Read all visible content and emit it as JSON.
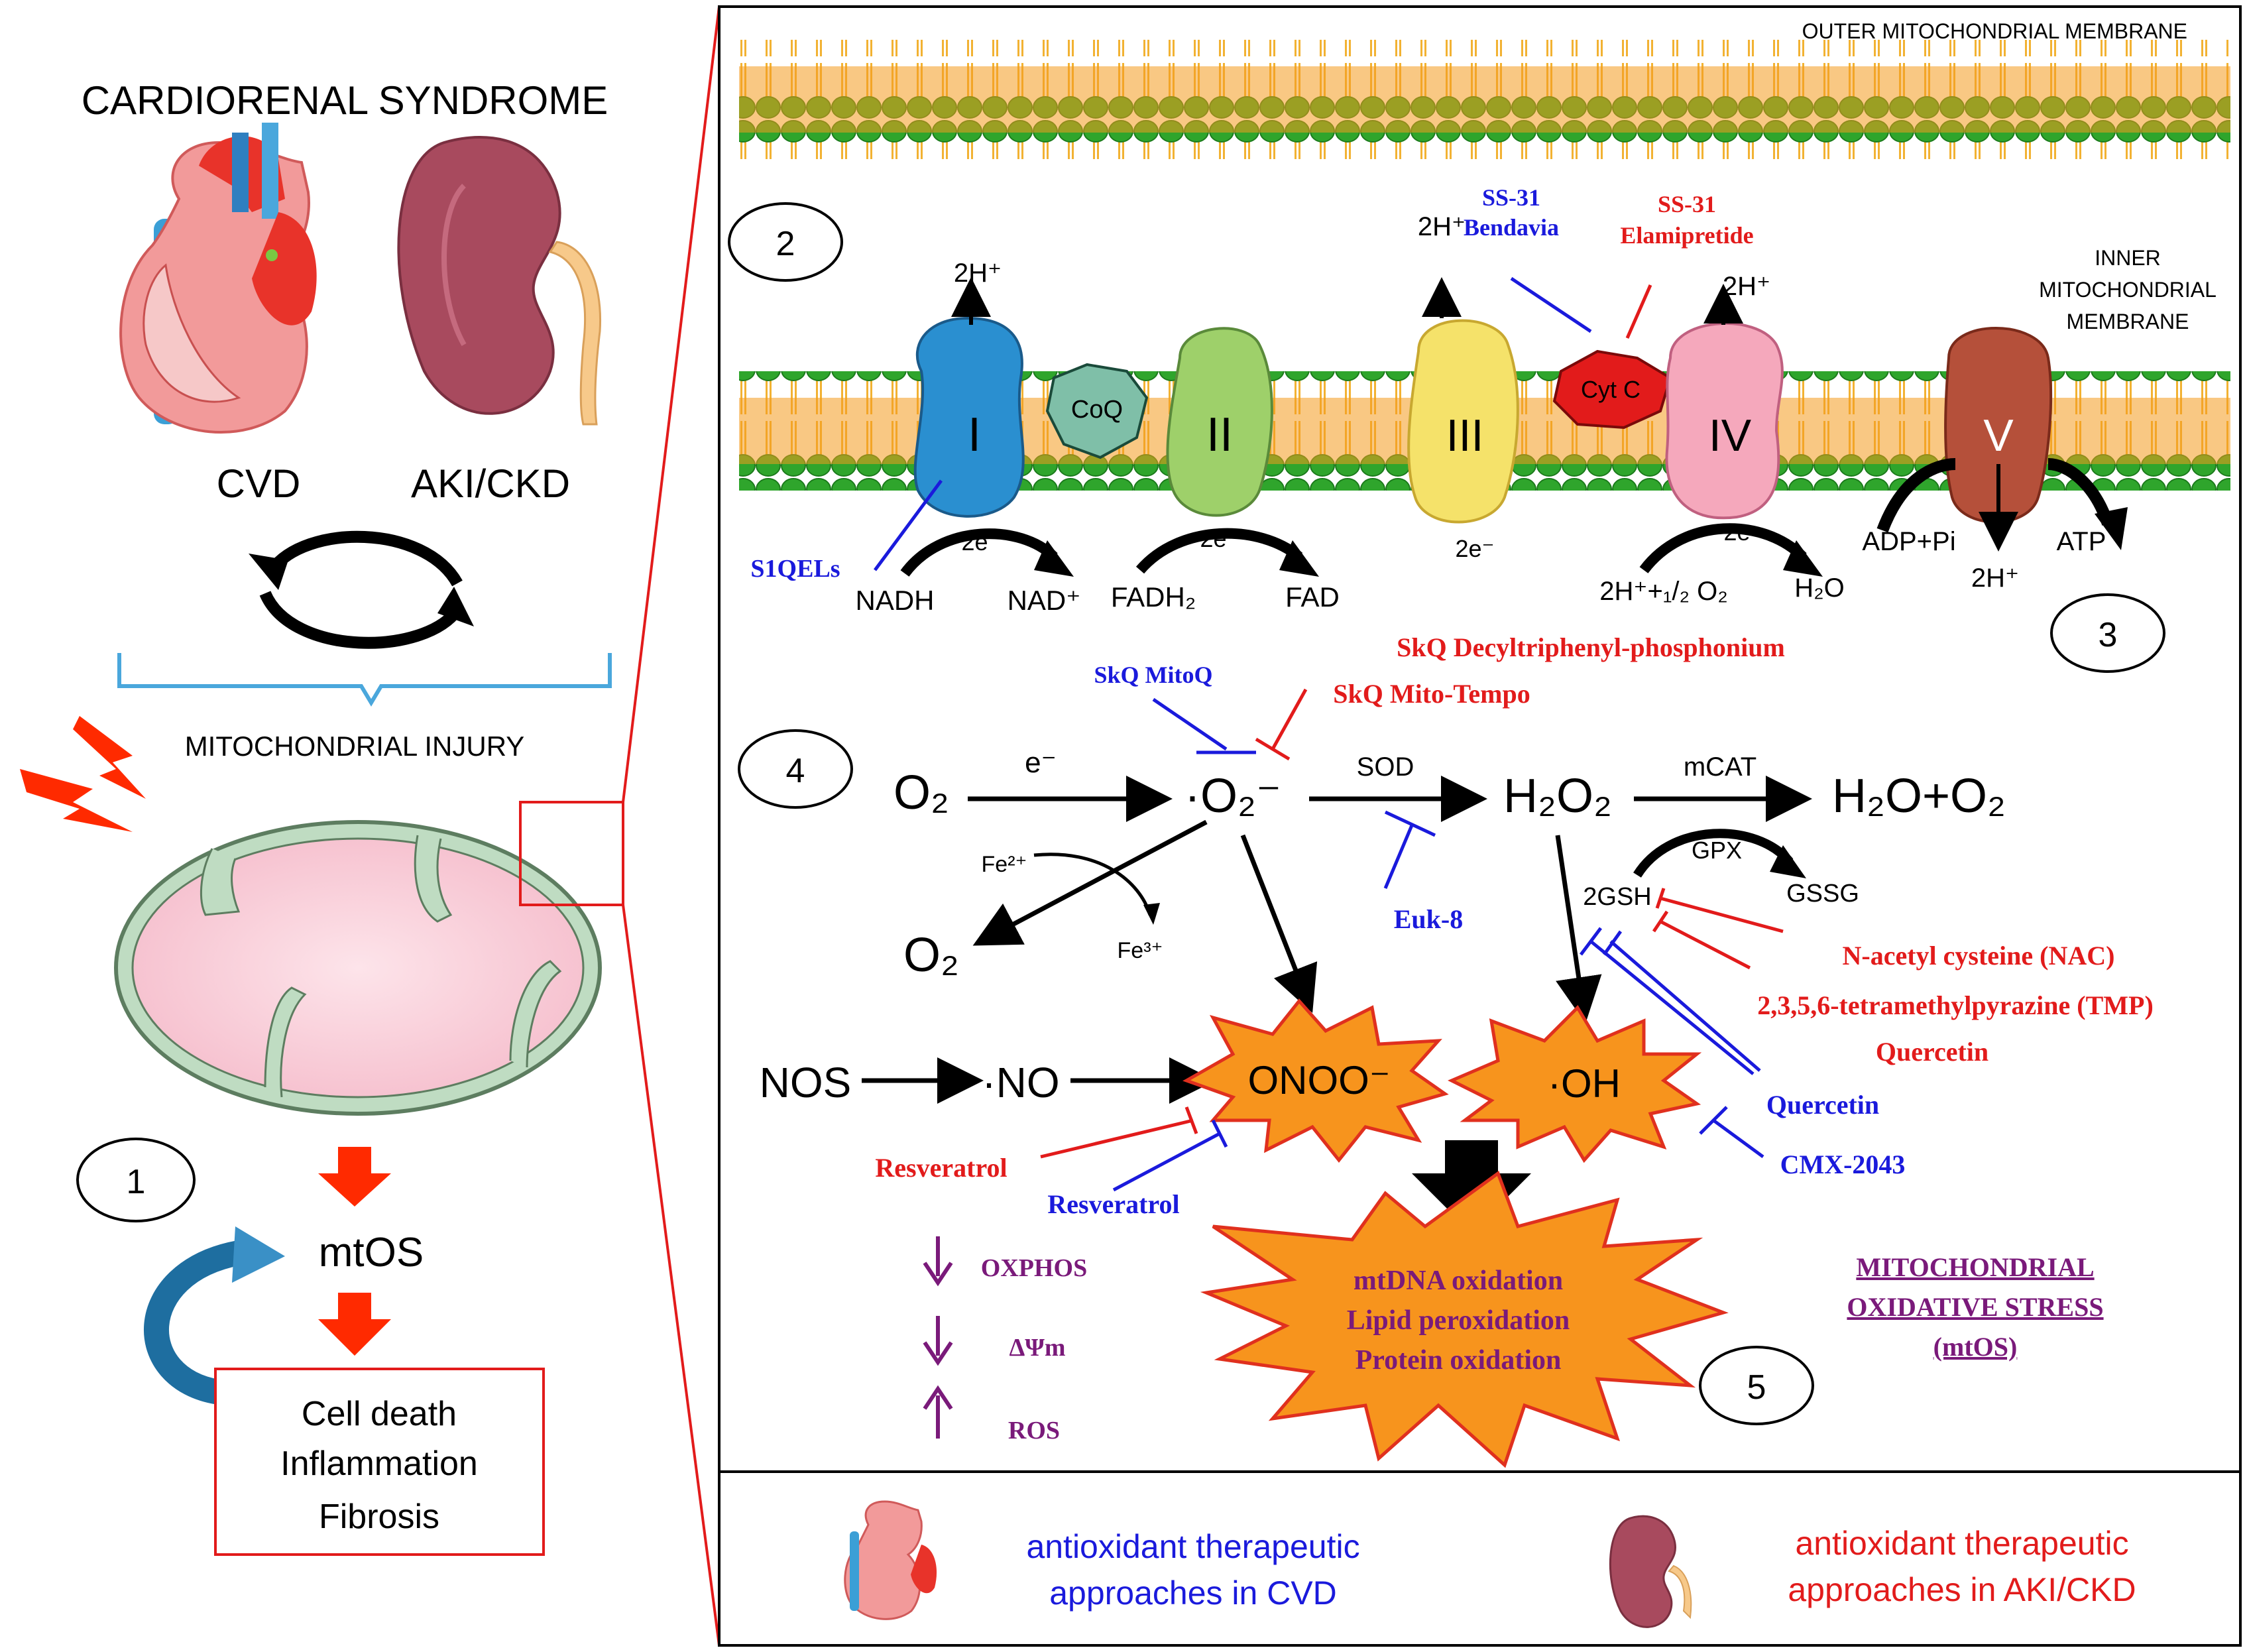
{
  "left_panel": {
    "title": "CARDIORENAL SYNDROME",
    "cvd_label": "CVD",
    "akickd_label": "AKI/CKD",
    "mito_injury_label": "MITOCHONDRIAL INJURY",
    "step1": "1",
    "mtos_label": "mtOS",
    "outcomes": [
      "Cell death",
      "Inflammation",
      "Fibrosis"
    ]
  },
  "membranes": {
    "outer_label": "OUTER MITOCHONDRIAL MEMBRANE",
    "inner_label": [
      "INNER",
      "MITOCHONDRIAL",
      "MEMBRANE"
    ]
  },
  "etc": {
    "step2": "2",
    "step3": "3",
    "complexes": [
      "I",
      "II",
      "III",
      "IV",
      "V"
    ],
    "coq": "CoQ",
    "cytc": "Cyt C",
    "proton": "2H⁺",
    "electrons": "2e⁻",
    "nadh": "NADH",
    "nad": "NAD⁺",
    "fadh2": "FADH₂",
    "fad": "FAD",
    "o2_reduction": "2H⁺+₁/₂ O₂",
    "h2o": "H₂O",
    "adp": "ADP+Pi",
    "atp": "ATP",
    "proton_v": "2H⁺",
    "s1qels": "S1QELs",
    "ss31_cvd": [
      "SS-31",
      "Bendavia"
    ],
    "ss31_akickd": [
      "SS-31",
      "Elamipretide"
    ]
  },
  "ros": {
    "step4": "4",
    "step5": "5",
    "o2": "O₂",
    "e": "e⁻",
    "superoxide": "·O₂⁻",
    "sod": "SOD",
    "h2o2": "H₂O₂",
    "mcat": "mCAT",
    "h2o_o2": "H₂O+O₂",
    "gpx": "GPX",
    "gsh": "2GSH",
    "gssg": "GSSG",
    "fe2": "Fe²⁺",
    "fe3": "Fe³⁺",
    "o2_out": "O₂",
    "nos": "NOS",
    "no": "·NO",
    "onoo": "ONOO⁻",
    "oh": "·OH",
    "skq_mitoq": "SkQ MitoQ",
    "skq_dtpp": "SkQ Decyltriphenyl-phosphonium",
    "skq_tempo": "SkQ Mito-Tempo",
    "euk8": "Euk-8",
    "nac": "N-acetyl cysteine (NAC)",
    "tmp": "2,3,5,6-tetramethylpyrazine (TMP)",
    "quercetin_red": "Quercetin",
    "quercetin_blue": "Quercetin",
    "cmx": "CMX-2043",
    "resv_red": "Resveratrol",
    "resv_blue": "Resveratrol",
    "damage": [
      "mtDNA oxidation",
      "Lipid peroxidation",
      "Protein oxidation"
    ],
    "effects": [
      "OXPHOS",
      "ΔΨm",
      "ROS"
    ],
    "mtos_title": [
      "MITOCHONDRIAL",
      "OXIDATIVE STRESS",
      "(mtOS)"
    ]
  },
  "legend": {
    "cvd_text": [
      "antioxidant therapeutic",
      "approaches in CVD"
    ],
    "akickd_text": [
      "antioxidant therapeutic",
      "approaches in AKI/CKD"
    ]
  },
  "colors": {
    "blue": "#1a1adc",
    "red": "#e21b1b",
    "purple": "#7a1a7a",
    "orange": "#f7941d",
    "membrane_green": "#2fa52c",
    "membrane_orange": "#f49b1e"
  }
}
